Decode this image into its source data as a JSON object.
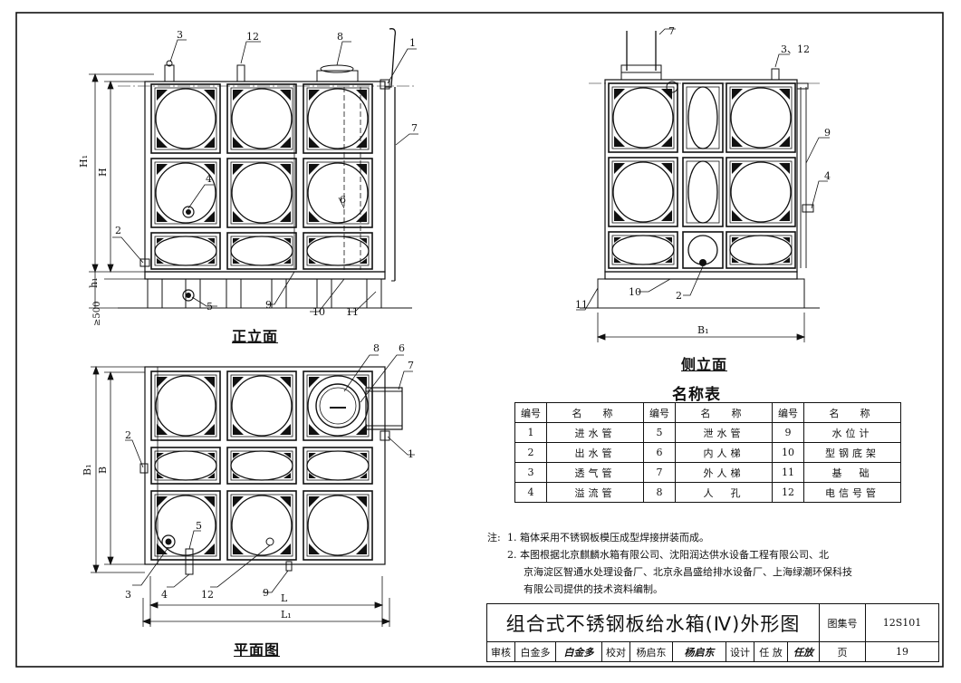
{
  "views": {
    "front_title": "正立面",
    "side_title": "侧立面",
    "plan_title": "平面图"
  },
  "dims": {
    "H1": "H₁",
    "H": "H",
    "h1": "h₁",
    "min500": "≥500",
    "B1": "B₁",
    "B": "B",
    "L": "L",
    "L1": "L₁"
  },
  "callouts": {
    "front": [
      "3",
      "12",
      "8",
      "1",
      "7",
      "4",
      "6",
      "2",
      "5",
      "9",
      "10",
      "11"
    ],
    "side": [
      "7",
      "3、12",
      "9",
      "4",
      "11",
      "10",
      "2"
    ],
    "plan": [
      "8",
      "6",
      "7",
      "1",
      "2",
      "5",
      "3",
      "4",
      "12",
      "9"
    ]
  },
  "name_table": {
    "title": "名称表",
    "header": [
      "编号",
      "名　称",
      "编号",
      "名　称",
      "编号",
      "名　称"
    ],
    "rows": [
      [
        "1",
        "进水管",
        "5",
        "泄水管",
        "9",
        "水位计"
      ],
      [
        "2",
        "出水管",
        "6",
        "内人梯",
        "10",
        "型钢底架"
      ],
      [
        "3",
        "透气管",
        "7",
        "外人梯",
        "11",
        "基　础"
      ],
      [
        "4",
        "溢流管",
        "8",
        "人　孔",
        "12",
        "电信号管"
      ]
    ]
  },
  "notes": {
    "label": "注:",
    "items": [
      "1. 箱体采用不锈钢板模压成型焊接拼装而成。",
      "2. 本图根据北京麒麟水箱有限公司、沈阳润达供水设备工程有限公司、北",
      "京海淀区智通水处理设备厂、北京永昌盛给排水设备厂、上海绿潮环保科技",
      "有限公司提供的技术资料编制。"
    ]
  },
  "title_block": {
    "title": "组合式不锈钢板给水箱(Ⅳ)外形图",
    "atlas_label": "图集号",
    "atlas_no": "12S101",
    "review_label": "审核",
    "review_name": "白金多",
    "review_sig": "白金多",
    "check_label": "校对",
    "check_name": "杨启东",
    "check_sig": "杨启东",
    "design_label": "设计",
    "design_name": "任 放",
    "design_sig": "任放",
    "page_label": "页",
    "page_no": "19"
  }
}
